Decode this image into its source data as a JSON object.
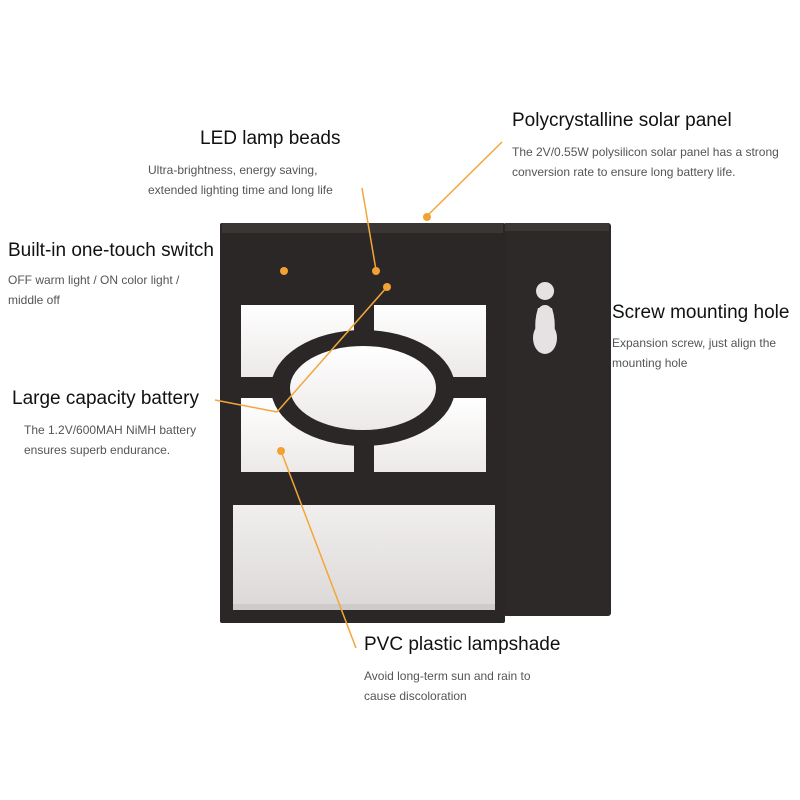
{
  "colors": {
    "housing": "#2a2726",
    "panel_glow": "#f6f4f3",
    "lampshade": "#e9e6e6",
    "leader": "#f3a63a",
    "dot": "#f2a132",
    "screw_hole": "#e6e2e4"
  },
  "callouts": {
    "led": {
      "title": "LED lamp beads",
      "desc": "Ultra-brightness, energy saving,\nextended lighting time and long life"
    },
    "solar": {
      "title": "Polycrystalline solar panel",
      "desc": "The 2V/0.55W polysilicon solar panel has a strong\nconversion rate to ensure long battery life."
    },
    "switch": {
      "title": "Built-in one-touch switch",
      "desc": "OFF warm light / ON color light /\nmiddle off"
    },
    "screw": {
      "title": "Screw mounting hole",
      "desc": "Expansion screw, just align the\nmounting hole"
    },
    "battery": {
      "title": "Large capacity battery",
      "desc": "The 1.2V/600MAH NiMH battery\nensures superb endurance."
    },
    "pvc": {
      "title": "PVC plastic lampshade",
      "desc": "Avoid long-term sun and rain to\ncause discoloration"
    }
  }
}
